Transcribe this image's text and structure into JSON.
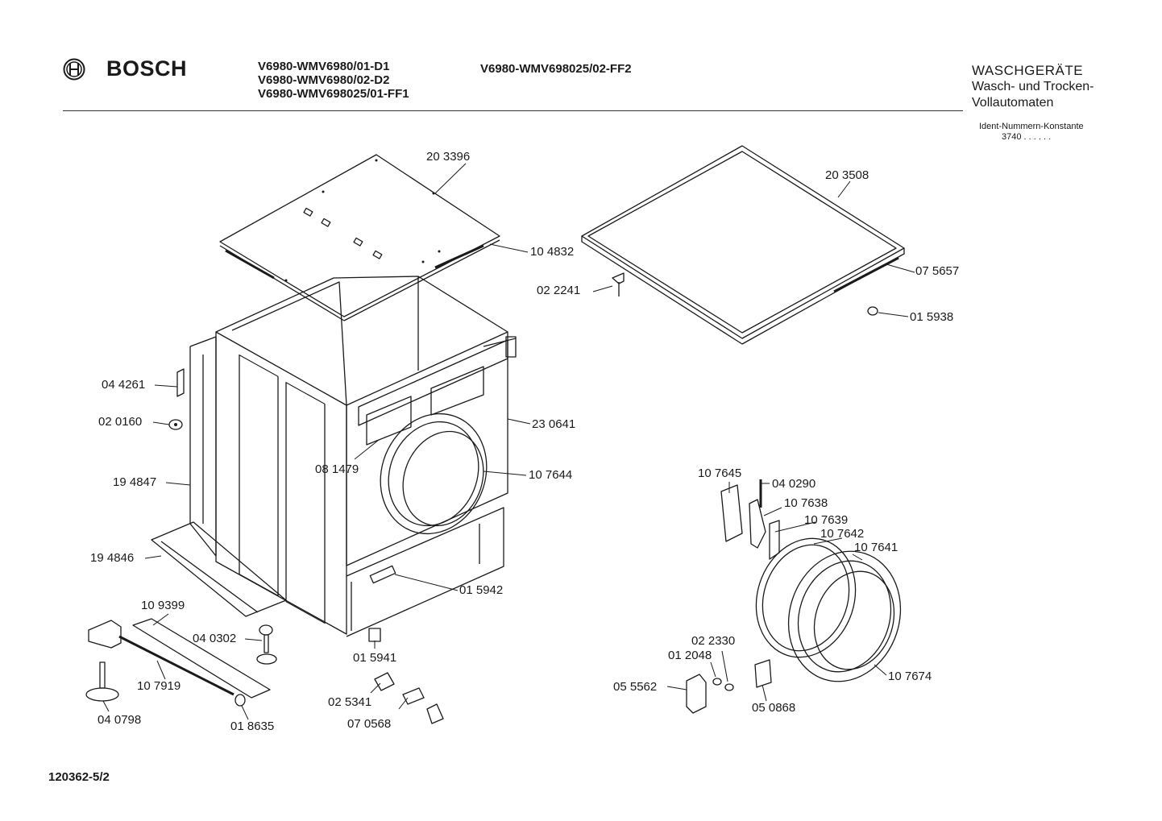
{
  "header": {
    "brand": "BOSCH",
    "models_col1": [
      "V6980-WMV6980/01-D1",
      "V6980-WMV6980/02-D2",
      "V6980-WMV698025/01-FF1"
    ],
    "models_col2": [
      "V6980-WMV698025/02-FF2"
    ],
    "category_title": "WASCHGERÄTE",
    "category_sub1": "Wasch- und Trocken-",
    "category_sub2": "Vollautomaten",
    "ident_label": "Ident-Nummern-Konstante",
    "ident_value": "3740   . .   . . . ."
  },
  "parts": {
    "p203396": "20 3396",
    "p104832": "10 4832",
    "p203508": "20 3508",
    "p075657": "07 5657",
    "p022241": "02 2241",
    "p015938": "01 5938",
    "p044261": "04 4261",
    "p020160": "02 0160",
    "p230641": "23 0641",
    "p081479": "08 1479",
    "p107644": "10 7644",
    "p194847": "19 4847",
    "p194846": "19 4846",
    "p015942": "01 5942",
    "p109399": "10 9399",
    "p040302": "04 0302",
    "p015941": "01 5941",
    "p107919": "10 7919",
    "p025341": "02 5341",
    "p070568": "07 0568",
    "p040798": "04 0798",
    "p018635": "01 8635",
    "p107645": "10 7645",
    "p040290": "04 0290",
    "p107638": "10 7638",
    "p107639": "10 7639",
    "p107642": "10 7642",
    "p107641": "10 7641",
    "p022330": "02 2330",
    "p012048": "01 2048",
    "p055562": "05 5562",
    "p050868": "05 0868",
    "p107674": "10 7674"
  },
  "footer": {
    "drawing_number": "120362-5/2"
  }
}
